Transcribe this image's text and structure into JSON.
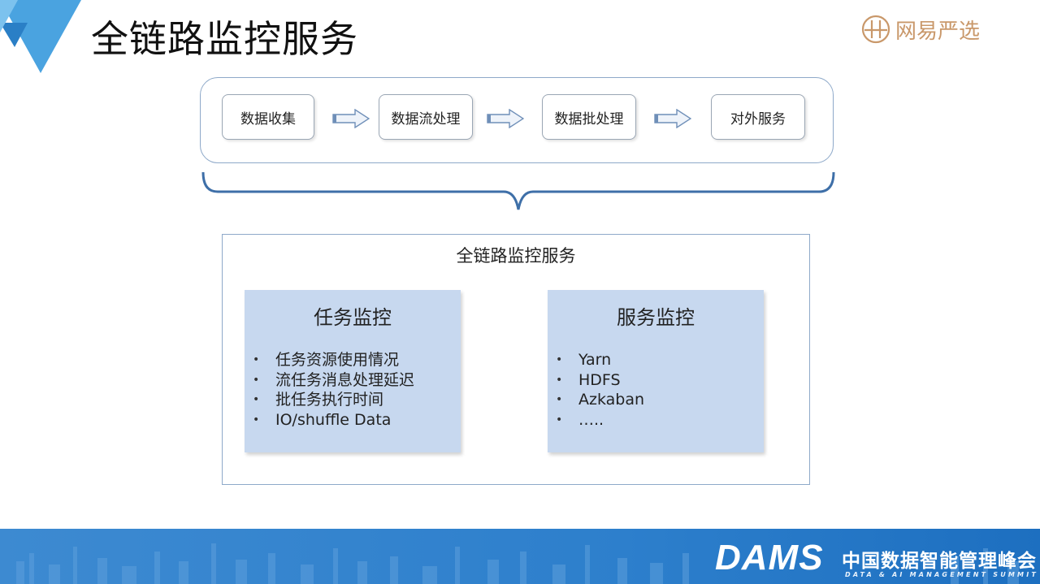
{
  "slide": {
    "title": "全链路监控服务"
  },
  "brand": {
    "name": "网易严选",
    "color": "#c9986a"
  },
  "pipeline": {
    "stages": [
      "数据收集",
      "数据流处理",
      "数据批处理",
      "对外服务"
    ]
  },
  "monitor": {
    "title": "全链路监控服务",
    "panels": [
      {
        "title": "任务监控",
        "items": [
          "任务资源使用情况",
          "流任务消息处理延迟",
          "批任务执行时间",
          "IO/shuffle Data"
        ]
      },
      {
        "title": "服务监控",
        "items": [
          "Yarn",
          "HDFS",
          "Azkaban",
          "….."
        ]
      }
    ],
    "bullet": "•"
  },
  "footer": {
    "logo": "DAMS",
    "name_cn": "中国数据智能管理峰会",
    "name_en": "DATA & AI MANAGEMENT SUMMIT"
  },
  "colors": {
    "accent": "#2d7fcc",
    "panel_fill": "#c7d8ef",
    "border": "#8ea9c9"
  },
  "icons": [
    "corner-triangle-icon",
    "flow-arrow-icon",
    "brace-icon",
    "brand-logo-icon"
  ]
}
